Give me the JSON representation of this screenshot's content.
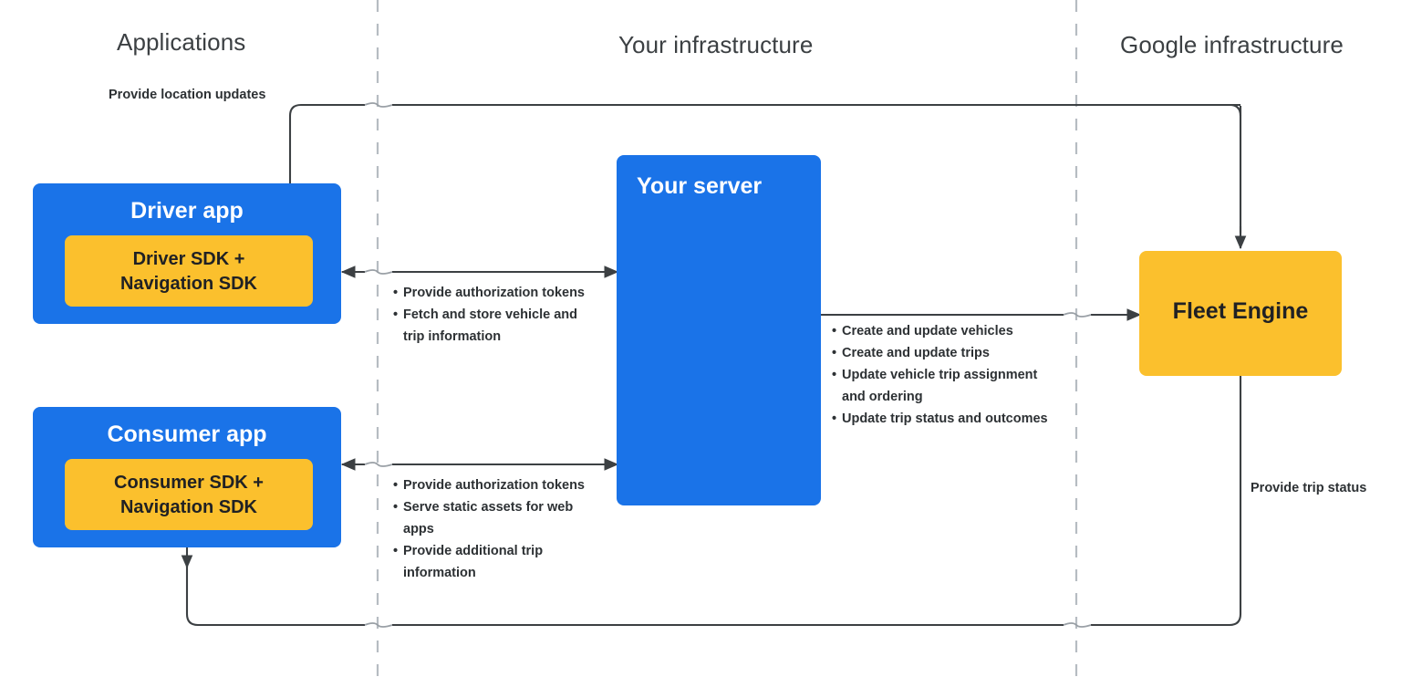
{
  "columns": {
    "applications": "Applications",
    "your_infrastructure": "Your infrastructure",
    "google_infrastructure": "Google infrastructure"
  },
  "nodes": {
    "driver_app": {
      "title": "Driver app",
      "sdk_label": "Driver SDK +\nNavigation SDK",
      "color": "#1a73e8",
      "sdk_color": "#fbc02d"
    },
    "consumer_app": {
      "title": "Consumer app",
      "sdk_label": "Consumer SDK +\nNavigation SDK",
      "color": "#1a73e8",
      "sdk_color": "#fbc02d"
    },
    "your_server": {
      "title": "Your server",
      "color": "#1a73e8"
    },
    "fleet_engine": {
      "title": "Fleet Engine",
      "color": "#fbc02d"
    }
  },
  "edges": {
    "location_updates": "Provide location updates",
    "trip_status": "Provide trip status",
    "driver_server": [
      "Provide authorization tokens",
      "Fetch and store vehicle and trip information"
    ],
    "consumer_server": [
      "Provide authorization tokens",
      "Serve static assets for web apps",
      "Provide additional trip information"
    ],
    "server_fleet": [
      "Create and update vehicles",
      "Create and update trips",
      "Update vehicle trip assignment and ordering",
      "Update trip status and outcomes"
    ]
  },
  "style": {
    "line_color": "#3c4043",
    "divider_color": "#b6bcc2",
    "header_color": "#3c4043",
    "text_color": "#2d3134"
  }
}
